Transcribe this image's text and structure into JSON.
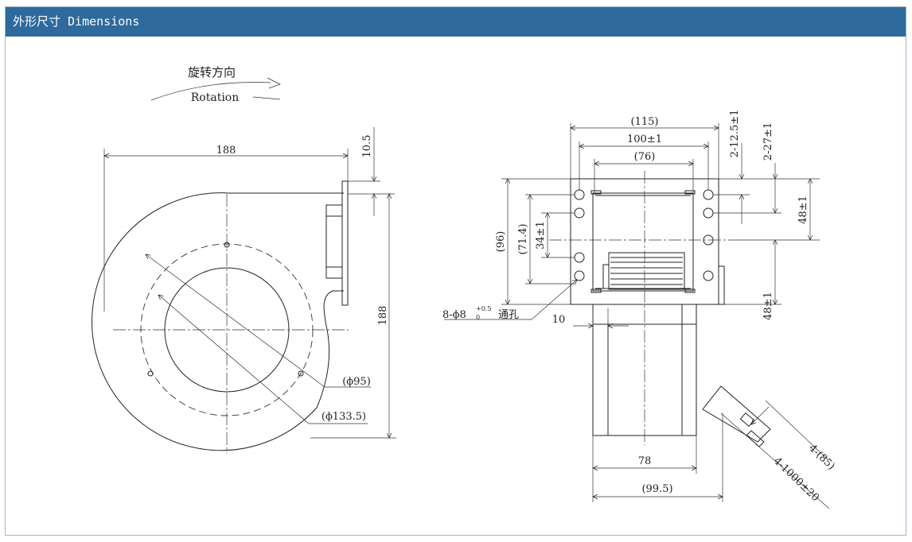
{
  "header": {
    "title": "外形尺寸 Dimensions"
  },
  "rotation": {
    "cn": "旋转方向",
    "en": "Rotation"
  },
  "side_view": {
    "dim_width": "188",
    "dim_flange": "10.5",
    "dim_height": "188",
    "dia_inner": "(ϕ95)",
    "dia_outer": "(ϕ133.5)"
  },
  "front_view": {
    "dim_115": "(115)",
    "dim_100": "100±1",
    "dim_76": "(76)",
    "dim_96": "(96)",
    "dim_714": "(71.4)",
    "dim_34": "34±1",
    "dim_2_125": "2-12.5±1",
    "dim_2_27": "2-27±1",
    "dim_48a": "48±1",
    "dim_48b": "48±1",
    "hole_note_main": "8-ϕ8",
    "hole_note_sup": "+0.5",
    "hole_note_sub": "0",
    "hole_note_cn": "通孔",
    "dim_10": "10",
    "dim_78": "78",
    "dim_995": "(99.5)",
    "dim_4_85": "4-(85)",
    "dim_4_1000": "4-1000±20"
  }
}
